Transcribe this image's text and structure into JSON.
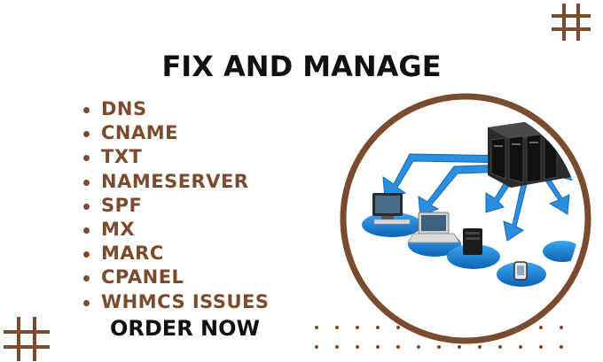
{
  "heading": {
    "title": "FIX AND MANAGE"
  },
  "services": [
    {
      "label": "DNS"
    },
    {
      "label": "CNAME"
    },
    {
      "label": "TXT"
    },
    {
      "label": "NAMESERVER"
    },
    {
      "label": "SPF"
    },
    {
      "label": "MX"
    },
    {
      "label": "MARC"
    },
    {
      "label": "CPANEL"
    },
    {
      "label": "WHMCS ISSUES"
    }
  ],
  "cta": {
    "label": "ORDER NOW"
  },
  "colors": {
    "accent_brown": "#7a4b2f",
    "text_dark": "#111111",
    "arrow_blue": "#1e86d6",
    "background": "#ffffff"
  },
  "icons": {
    "decorations": [
      "hash-icon",
      "hash-icon",
      "dot-grid"
    ],
    "illustration": [
      "server-rack-icon",
      "laptop-icon",
      "desktop-monitor-icon",
      "tower-server-icon",
      "phone-icon",
      "arrow-icon"
    ]
  }
}
